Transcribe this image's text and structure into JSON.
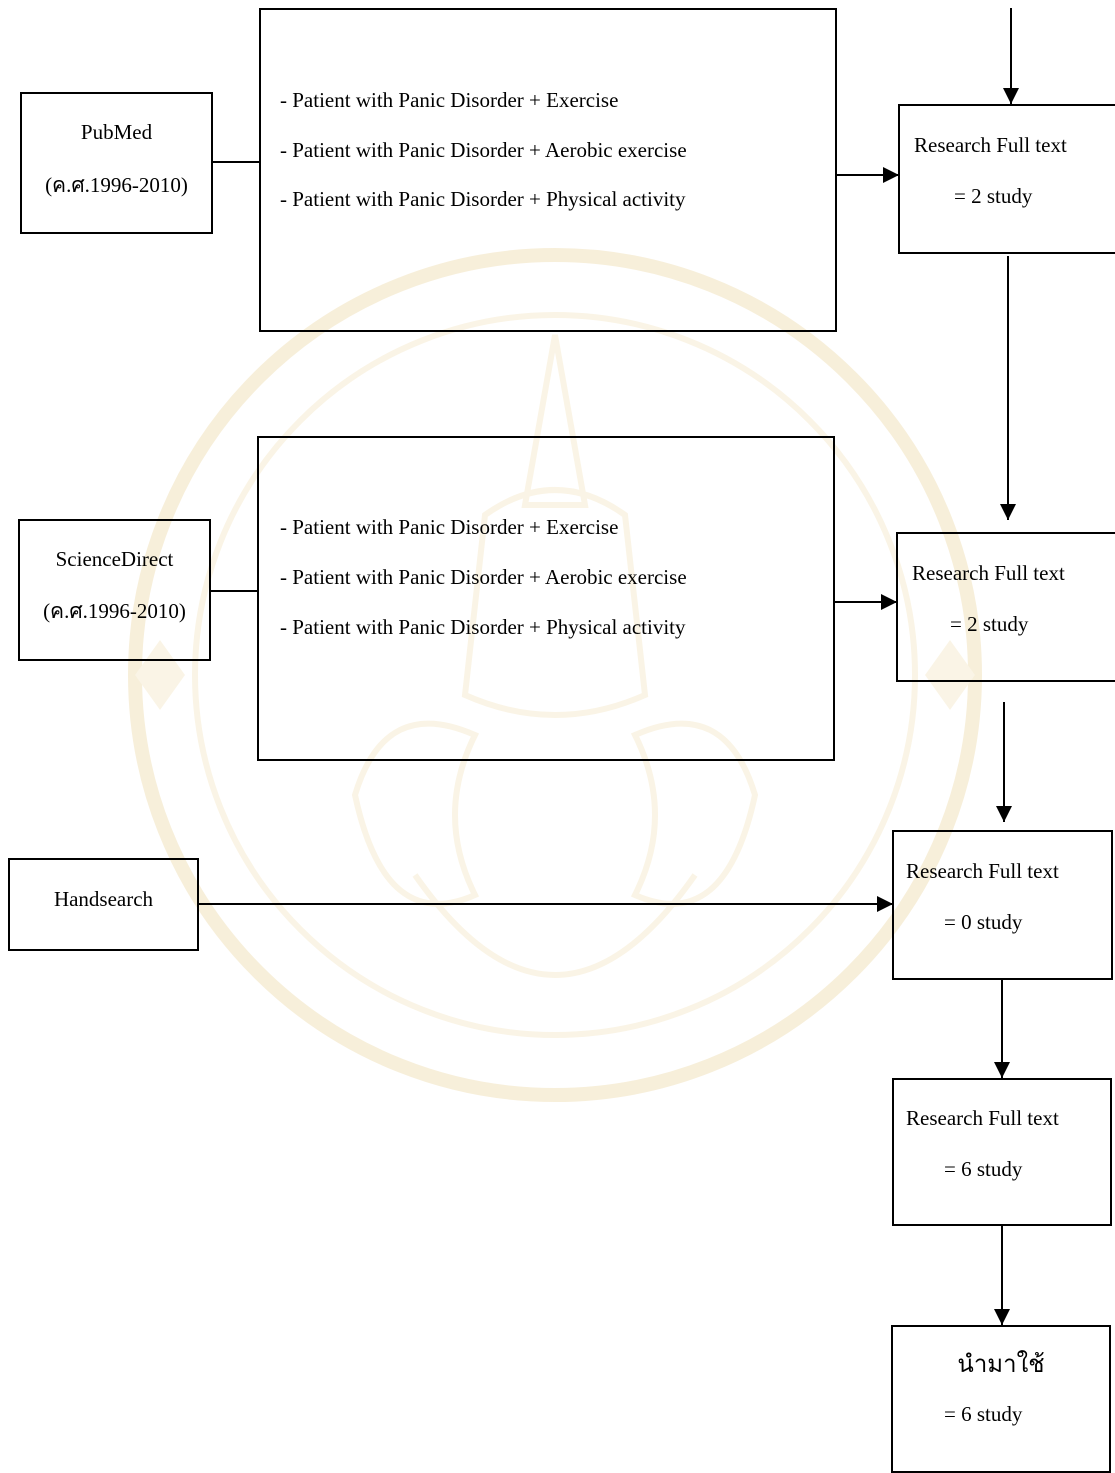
{
  "sources": {
    "pubmed": {
      "name": "PubMed",
      "years": "(ค.ศ.1996-2010)"
    },
    "sciencedirect": {
      "name": "ScienceDirect",
      "years": "(ค.ศ.1996-2010)"
    },
    "handsearch": {
      "name": "Handsearch"
    }
  },
  "search_terms": {
    "pubmed": [
      "- Patient with Panic Disorder + Exercise",
      "- Patient with Panic Disorder + Aerobic exercise",
      "- Patient with Panic Disorder + Physical activity"
    ],
    "sciencedirect": [
      "- Patient with Panic Disorder + Exercise",
      "- Patient with Panic Disorder + Aerobic exercise",
      "- Patient with Panic Disorder + Physical activity"
    ]
  },
  "results": [
    {
      "label": "Research Full text",
      "count": "=  2 study"
    },
    {
      "label": "Research Full text",
      "count": "=  2 study"
    },
    {
      "label": "Research Full text",
      "count": "=  0 study"
    },
    {
      "label": "Research Full text",
      "count": "=  6 study"
    },
    {
      "label": "นำมาใช้",
      "count": "=  6 study"
    }
  ],
  "colors": {
    "line": "#000000",
    "watermark": "#f3e3b8"
  }
}
